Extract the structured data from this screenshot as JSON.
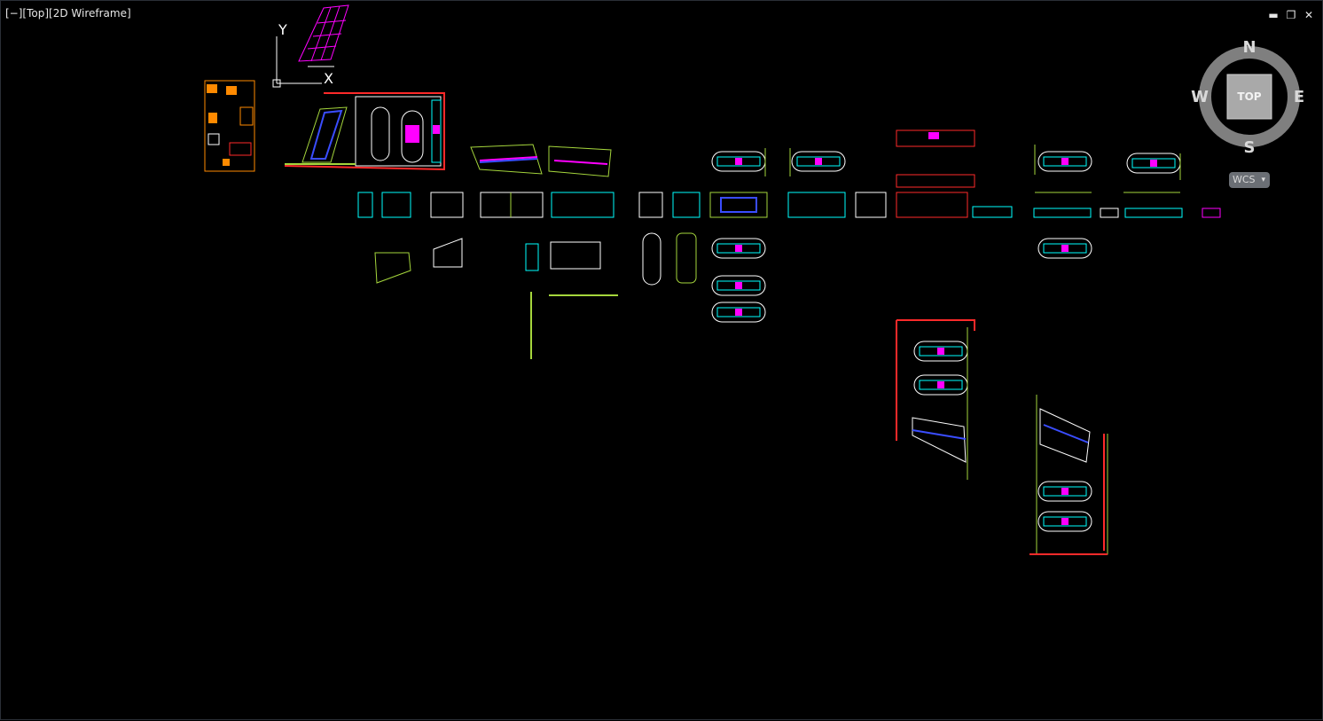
{
  "viewport": {
    "label": "[−][Top][2D Wireframe]",
    "controls": {
      "minimize": "▬",
      "restore": "❐",
      "close": "✕"
    }
  },
  "ucs": {
    "x_label": "X",
    "y_label": "Y"
  },
  "viewcube": {
    "face": "TOP",
    "north": "N",
    "south": "S",
    "east": "E",
    "west": "W"
  },
  "wcs_menu": {
    "label": "WCS",
    "arrow": "▾"
  },
  "colors": {
    "background": "#000000",
    "cyan": "#00ffff",
    "white": "#ffffff",
    "yellow_green": "#a5d63c",
    "magenta": "#ff00ff",
    "blue": "#3a4dff",
    "red": "#ff2a2a",
    "orange": "#ff8a00"
  }
}
